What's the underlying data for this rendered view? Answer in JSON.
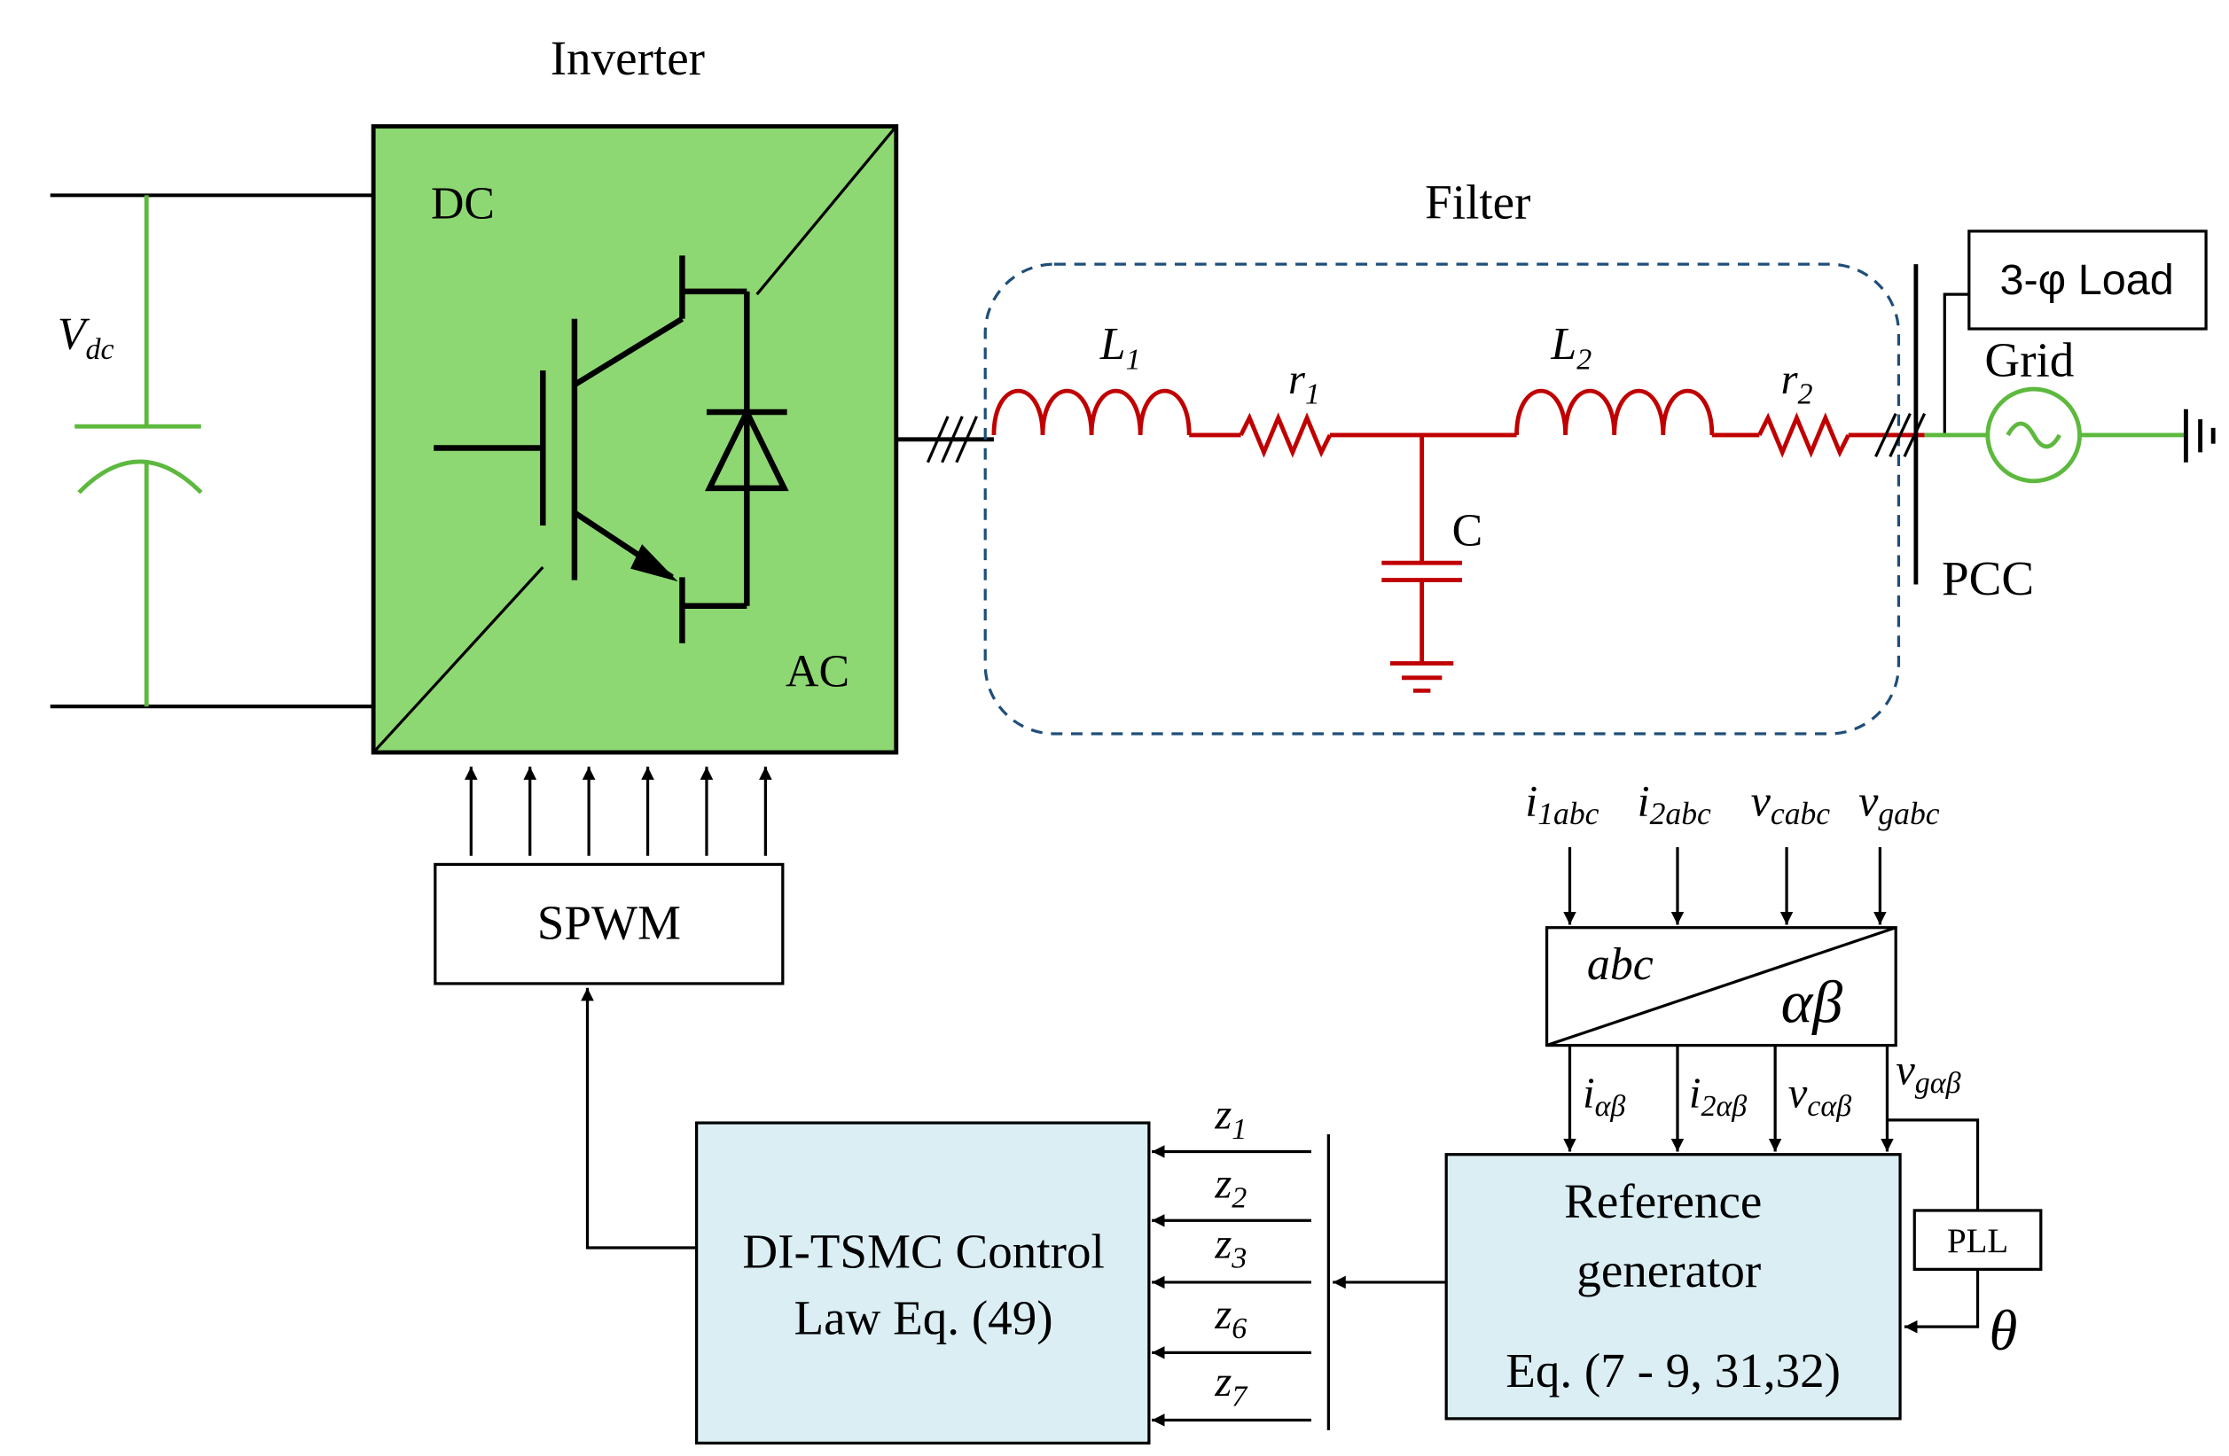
{
  "colors": {
    "inverter_fill": "#8ED873",
    "control_fill": "#DAEEF3",
    "filter_red": "#C00000",
    "green_line": "#5DB93E",
    "dashed": "#1F4E79",
    "line": "#000000"
  },
  "inverter": {
    "title": "Inverter",
    "dc_label": "DC",
    "ac_label": "AC"
  },
  "dc_source": {
    "label_main": "V",
    "label_sub": "dc"
  },
  "filter": {
    "title": "Filter",
    "L1": {
      "main": "L",
      "sub": "1"
    },
    "r1": {
      "main": "r",
      "sub": "1"
    },
    "L2": {
      "main": "L",
      "sub": "2"
    },
    "r2": {
      "main": "r",
      "sub": "2"
    },
    "C": "C"
  },
  "grid_side": {
    "load_label": "3-φ Load",
    "grid_label": "Grid",
    "pcc_label": "PCC"
  },
  "spwm": {
    "label": "SPWM"
  },
  "transform": {
    "from": "abc",
    "to": "αβ",
    "inputs": [
      {
        "main": "i",
        "sub": "1abc"
      },
      {
        "main": "i",
        "sub": "2abc"
      },
      {
        "main": "v",
        "sub": "cabc"
      },
      {
        "main": "v",
        "sub": "gabc"
      }
    ],
    "outputs": [
      {
        "main": "i",
        "sub": "αβ"
      },
      {
        "main": "i",
        "sub": "2αβ"
      },
      {
        "main": "v",
        "sub": "cαβ"
      },
      {
        "main": "v",
        "sub": "gαβ"
      }
    ]
  },
  "pll": {
    "label": "PLL",
    "theta": "θ"
  },
  "reference_generator": {
    "line1": "Reference",
    "line2": "generator",
    "line3": "Eq. (7 - 9, 31,32)"
  },
  "controller": {
    "line1": "DI-TSMC Control",
    "line2": "Law Eq. (49)"
  },
  "z_signals": [
    {
      "main": "z",
      "sub": "1"
    },
    {
      "main": "z",
      "sub": "2"
    },
    {
      "main": "z",
      "sub": "3"
    },
    {
      "main": "z",
      "sub": "6"
    },
    {
      "main": "z",
      "sub": "7"
    }
  ]
}
